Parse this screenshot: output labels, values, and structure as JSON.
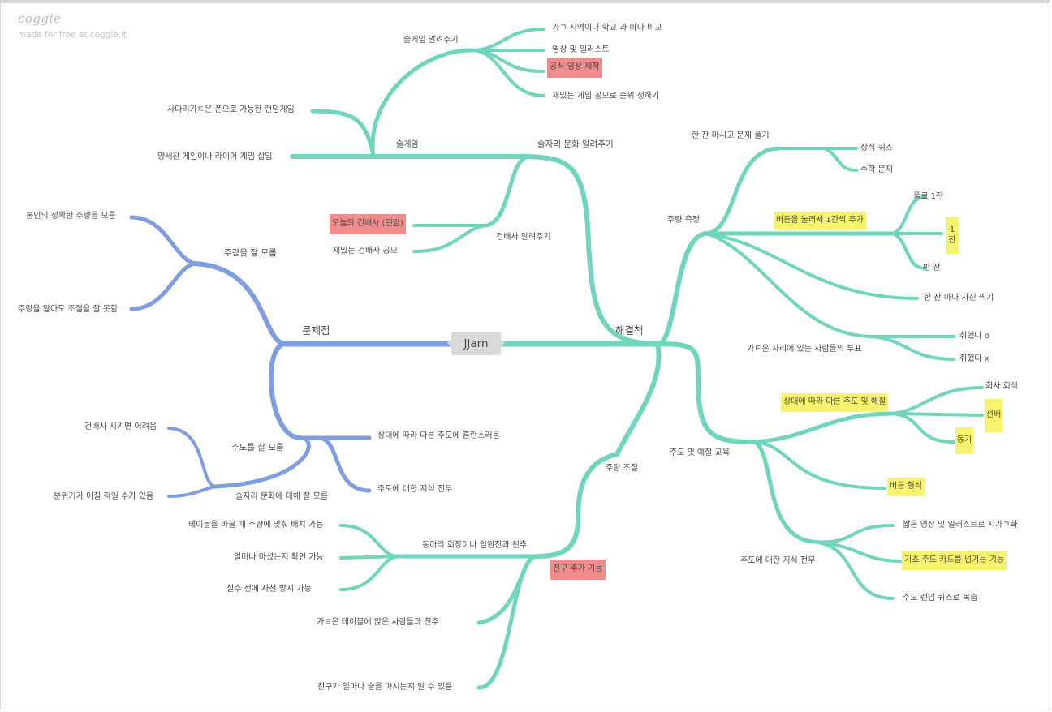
{
  "brand": {
    "logo": "coggle",
    "tagline": "made for free at coggle.it"
  },
  "colors": {
    "teal": "#6fd6bd",
    "blue": "#7f9ee0",
    "highlight_yellow": "#f7f36e",
    "highlight_red": "#f08c8c"
  },
  "root": "JJarn",
  "branches": {
    "problems": {
      "label": "문제점",
      "drink_amount": {
        "label": "주량을 잘 모름",
        "children": [
          "본인의 정확한 주량을 모름",
          "주량을 알아도 조절을 잘 못함"
        ]
      },
      "drinking_order": {
        "label": "주도를 잘 모름",
        "children": [
          "건배사 시키면 어려움",
          "분위기가 이질 적일 수가 있음",
          "술자리 문화에 대해 잘 모름",
          "상대에 따라 다른 주도에 혼란스러움",
          "주도에 대한 지식 전무"
        ]
      }
    },
    "solutions": {
      "label": "해결책",
      "culture": {
        "label": "술자리 문화 알려주기",
        "drinking_game": {
          "label": "술게임",
          "intro": {
            "label": "술게임 알려주기",
            "children": [
              "가ㄱ 지역이나 학교 과 마다 비교",
              "영상 및 일러스트",
              "공식 영상 제작",
              "재밌는 게임 공모로 순위 정하기"
            ]
          },
          "children": [
            "사다리가ㅌ은 폰으로 가능한 랜덤게임",
            "양세찬 게임이나 라이어 게임 삽입"
          ]
        },
        "toast": {
          "label": "건배사 알려주기",
          "children": [
            "오늘의 건배사 (랜덤)",
            "재밌는 건배사 공모"
          ]
        }
      },
      "measure": {
        "label": "주량 측정",
        "quiz": {
          "label": "한 잔 마시고 문제 풀기",
          "children": [
            "상식 퀴즈",
            "수학 문제"
          ]
        },
        "button": {
          "label": "버튼을 눌러서 1간씩 추가",
          "children": [
            "풀로 1잔",
            "1잔",
            "반 잔"
          ]
        },
        "photo": "한 잔 마다 사진 찍기",
        "vote": {
          "label": "가ㅌ은 자리에 있는 사람들의 투표",
          "children": [
            "취했다 o",
            "취했다 x"
          ]
        }
      },
      "education": {
        "label": "주도 및 예절 교육",
        "by_partner": {
          "label": "상대에 따라 다른 주도 및 예절",
          "children": [
            "회사 회식",
            "선배",
            "동기"
          ]
        },
        "button_style": "버튼 형식",
        "knowledge": {
          "label": "주도에 대한 지식 전무",
          "children": [
            "짧은 영상 및 일러스트로 시가ㄱ화",
            "기초 주도 카드를 넘기는 기능",
            "주도 랜덤 퀴즈로 복습"
          ]
        }
      },
      "control": {
        "label": "주량 조절",
        "friends": {
          "label": "동아리 회장이나 임원진과 친추",
          "children": [
            "테이블을 바꿀 때 주량에 맞춰 배치 가능",
            "얼마나 마셨는지 확인 가능",
            "실수 전에 사전 방지 가능"
          ]
        },
        "add_friend": "친구 추가 기능",
        "children": [
          "가ㅌ은 테이블에 앉은 사람들과 친추",
          "친구가 얼마나 술을 마시는지 알 수 있음"
        ]
      }
    }
  }
}
